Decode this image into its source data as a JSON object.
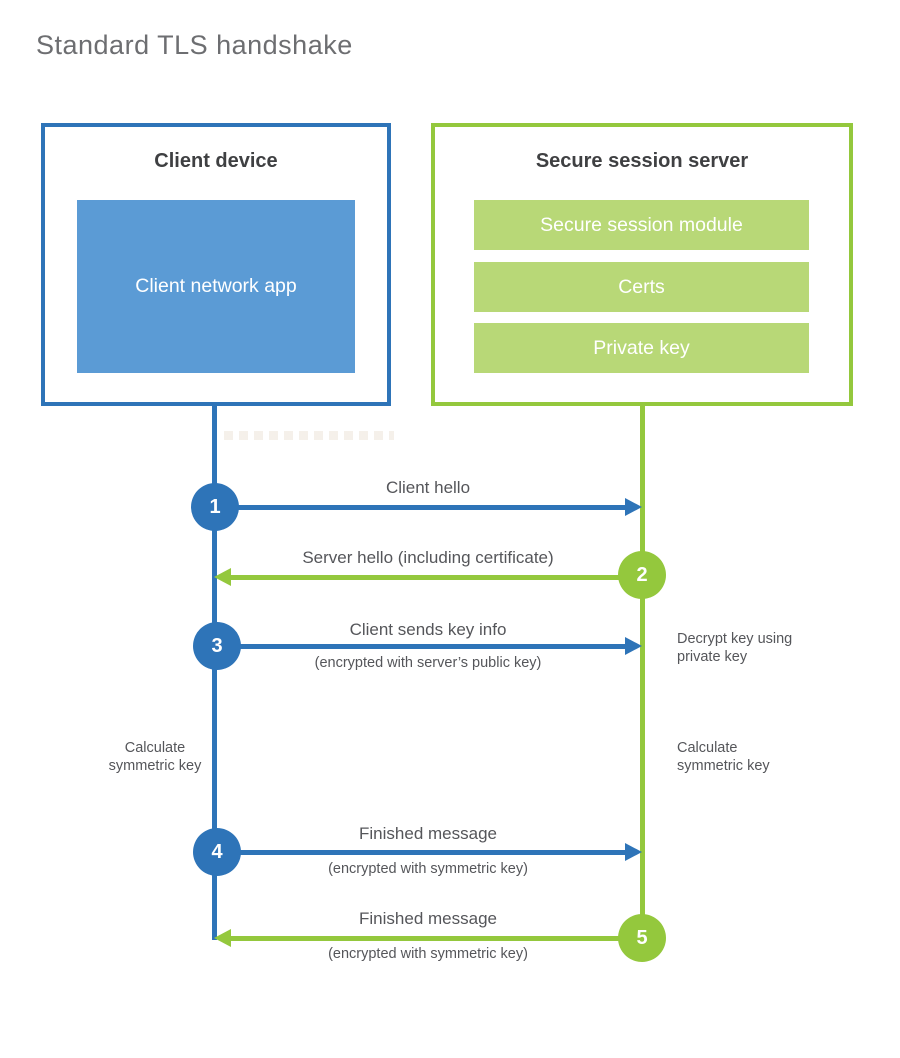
{
  "title": "Standard TLS handshake",
  "colors": {
    "blue": "#2e74b8",
    "blue_fill": "#5b9bd5",
    "green": "#94c83d",
    "green_fill": "#b8d877",
    "heading_text": "#3f4042",
    "label_text": "#55565a",
    "title_text": "#6d6e71"
  },
  "client": {
    "heading": "Client device",
    "module": "Client network app"
  },
  "server": {
    "heading": "Secure session server",
    "modules": [
      "Secure session module",
      "Certs",
      "Private key"
    ]
  },
  "steps": [
    {
      "num": "1",
      "label": "Client hello",
      "sublabel": "",
      "direction": "right",
      "color": "blue"
    },
    {
      "num": "2",
      "label": "Server hello (including certificate)",
      "sublabel": "",
      "direction": "left",
      "color": "green"
    },
    {
      "num": "3",
      "label": "Client sends key info",
      "sublabel": "(encrypted with server’s public key)",
      "direction": "right",
      "color": "blue"
    },
    {
      "num": "4",
      "label": "Finished message",
      "sublabel": "(encrypted with symmetric key)",
      "direction": "right",
      "color": "blue"
    },
    {
      "num": "5",
      "label": "Finished message",
      "sublabel": "(encrypted with symmetric key)",
      "direction": "left",
      "color": "green"
    }
  ],
  "notes": {
    "decrypt": "Decrypt key using\nprivate key",
    "calculate_left": "Calculate\nsymmetric key",
    "calculate_right": "Calculate\nsymmetric key"
  }
}
